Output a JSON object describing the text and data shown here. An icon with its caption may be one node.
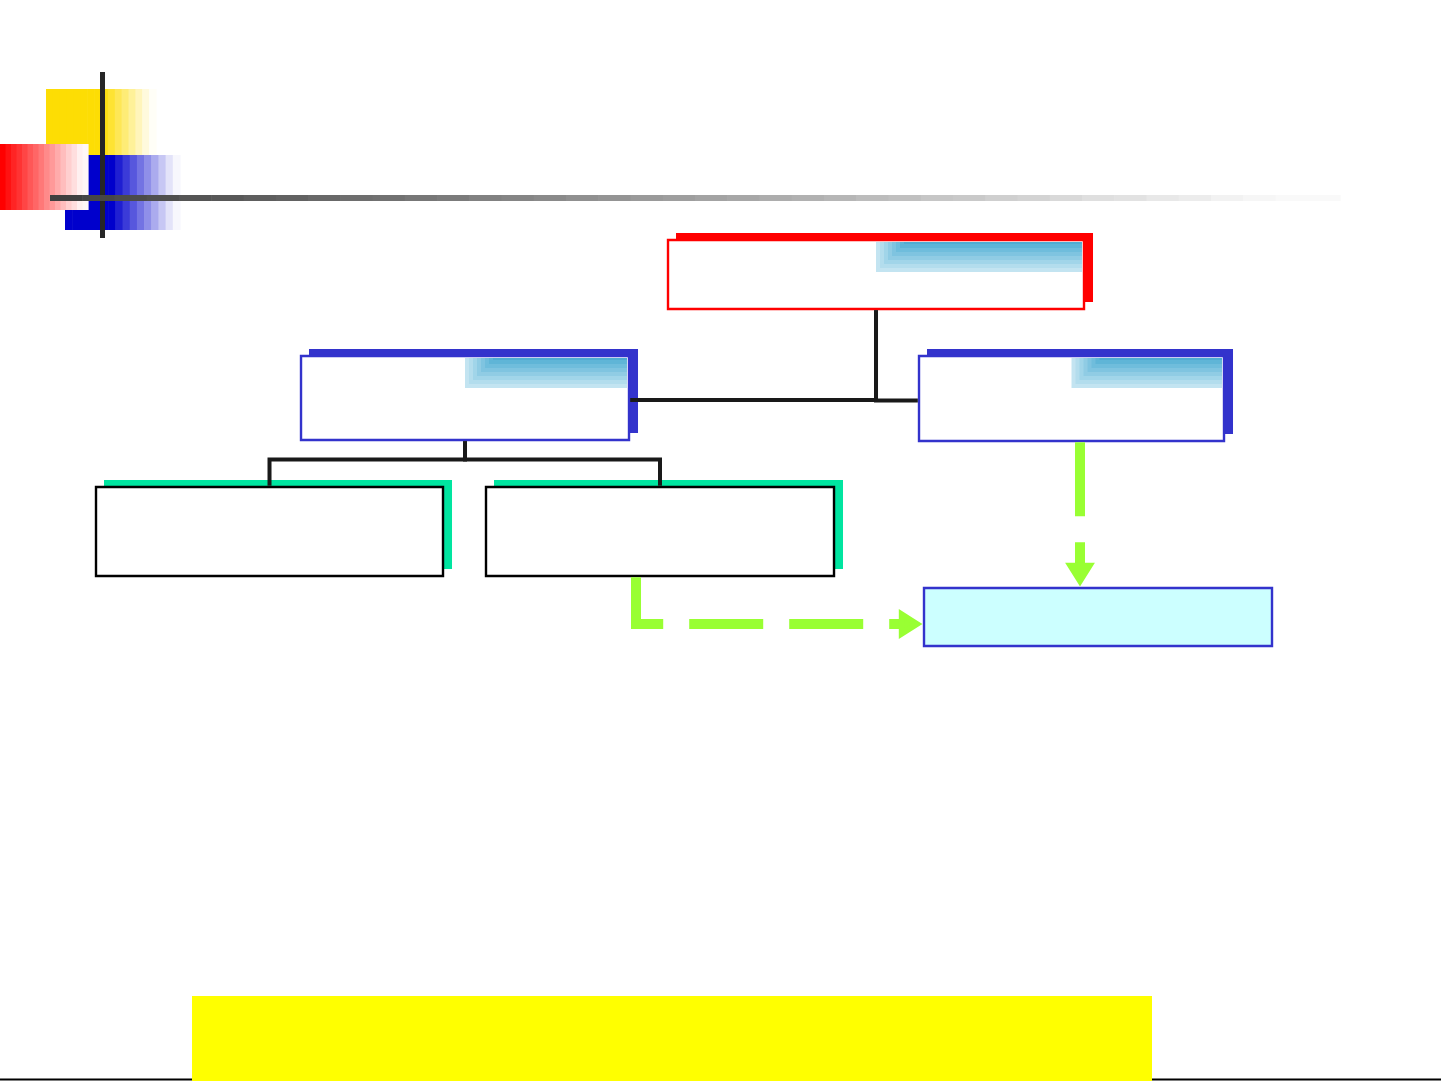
{
  "diagram": {
    "nodes": [
      {
        "text": [],
        "shape": "box"
      },
      {
        "text": [],
        "shape": "box"
      },
      {
        "text": [],
        "shape": "box"
      },
      {
        "text": [],
        "shape": "box"
      },
      {
        "text": [],
        "shape": "box"
      },
      {
        "text": [],
        "shape": "box"
      },
      {
        "text": [],
        "shape": "bar"
      }
    ],
    "edges": [
      {
        "from": 0,
        "to": 1,
        "arrow": "none"
      },
      {
        "from": 0,
        "to": 2,
        "arrow": "none"
      },
      {
        "from": 1,
        "to": 3,
        "arrow": "none"
      },
      {
        "from": 1,
        "to": 4,
        "arrow": "none"
      },
      {
        "from": 4,
        "to": 5,
        "arrow": "to",
        "style": "dashed",
        "color": "#99ff33"
      },
      {
        "from": 2,
        "to": 5,
        "arrow": "to",
        "style": "dashed",
        "color": "#99ff33"
      }
    ]
  }
}
